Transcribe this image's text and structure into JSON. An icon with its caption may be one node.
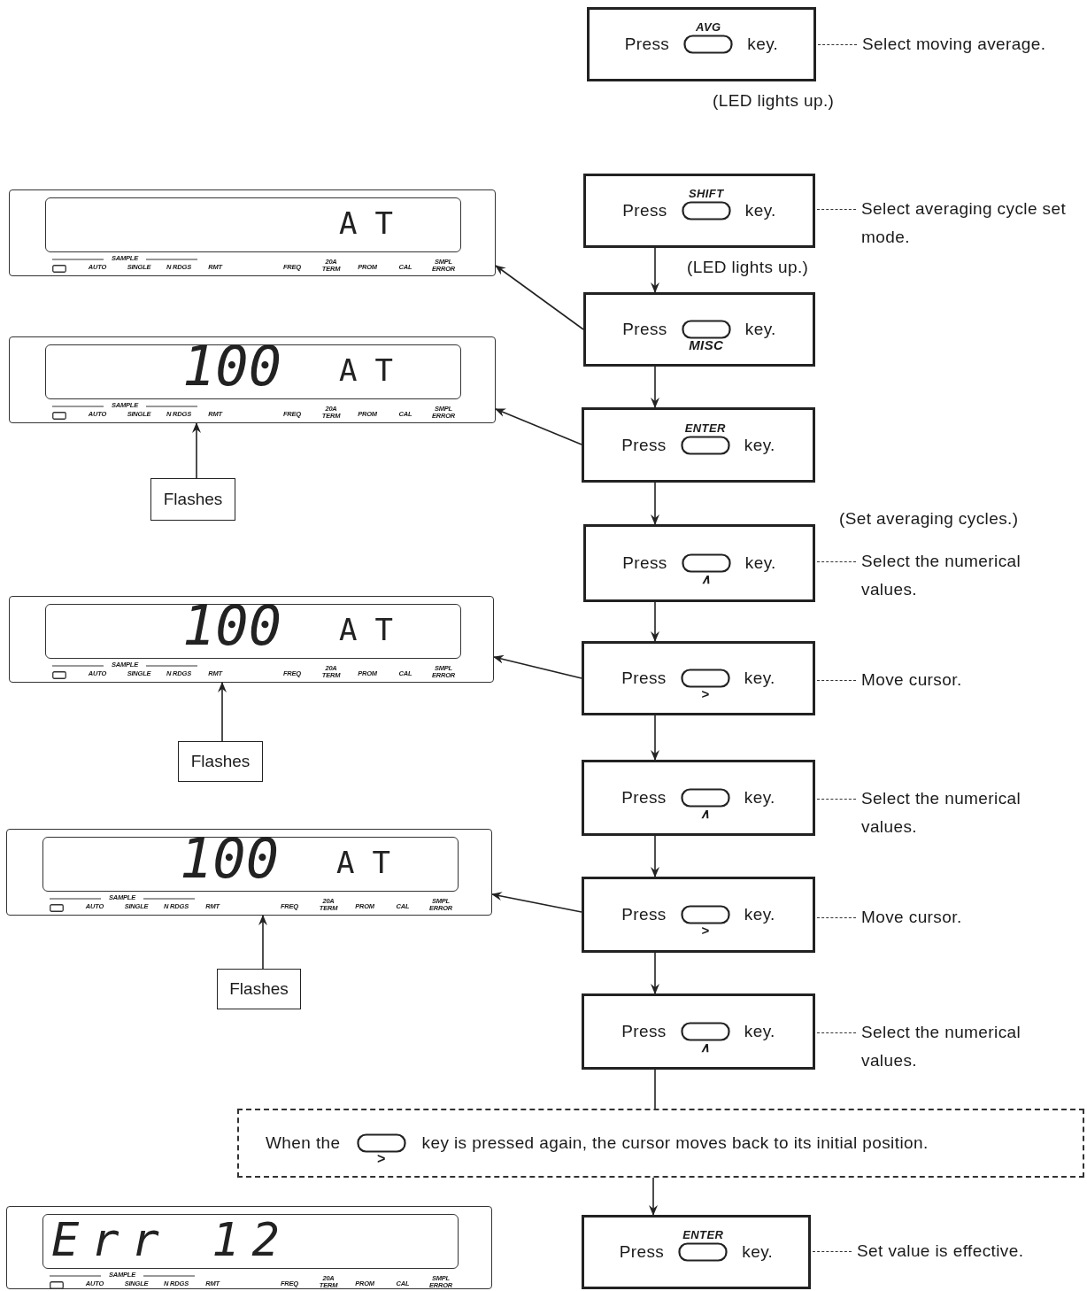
{
  "diagram": {
    "nodes": [
      {
        "text": [
          "Press",
          "AVG",
          "key."
        ],
        "beside": [
          "Select moving average.",
          "(LED lights up.)"
        ]
      },
      {
        "text": [
          "Press",
          "SHIFT",
          "key."
        ],
        "beside": [
          "Select averaging cycle set mode.",
          "(LED lights up.)"
        ]
      },
      {
        "text": [
          "AT",
          "SAMPLE",
          "AUTO",
          "SINGLE",
          "N RDGS",
          "RMT",
          "FREQ",
          "20A TERM",
          "PROM",
          "CAL",
          "SMPL ERROR"
        ]
      },
      {
        "text": [
          "Press",
          "MISC",
          "key."
        ]
      },
      {
        "text": [
          "100",
          "AT",
          "SAMPLE",
          "AUTO",
          "SINGLE",
          "N RDGS",
          "RMT",
          "FREQ",
          "20A TERM",
          "PROM",
          "CAL",
          "SMPL ERROR"
        ]
      },
      {
        "text": [
          "Press",
          "ENTER",
          "key."
        ]
      },
      {
        "text": [
          "Flashes"
        ]
      },
      {
        "text": [
          "Press",
          "∧",
          "key."
        ],
        "beside": [
          "(Set averaging cycles.)",
          "Select the numerical values."
        ]
      },
      {
        "text": [
          "100",
          "AT",
          "SAMPLE",
          "AUTO",
          "SINGLE",
          "N RDGS",
          "RMT",
          "FREQ",
          "20A TERM",
          "PROM",
          "CAL",
          "SMPL ERROR"
        ]
      },
      {
        "text": [
          "Press",
          ">",
          "key."
        ],
        "beside": [
          "Move cursor."
        ]
      },
      {
        "text": [
          "Flashes"
        ]
      },
      {
        "text": [
          "Press",
          "∧",
          "key."
        ],
        "beside": [
          "Select the numerical values."
        ]
      },
      {
        "text": [
          "100",
          "AT",
          "SAMPLE",
          "AUTO",
          "SINGLE",
          "N RDGS",
          "RMT",
          "FREQ",
          "20A TERM",
          "PROM",
          "CAL",
          "SMPL ERROR"
        ]
      },
      {
        "text": [
          "Press",
          ">",
          "key."
        ],
        "beside": [
          "Move cursor."
        ]
      },
      {
        "text": [
          "Flashes"
        ]
      },
      {
        "text": [
          "Press",
          "∧",
          "key."
        ],
        "beside": [
          "Select the numerical values."
        ]
      },
      {
        "text": [
          "When the",
          ">",
          "key is pressed again, the cursor moves back to its initial position."
        ]
      },
      {
        "text": [
          "Err 12",
          "SAMPLE",
          "AUTO",
          "SINGLE",
          "N RDGS",
          "RMT",
          "FREQ",
          "20A TERM",
          "PROM",
          "CAL",
          "SMPL ERROR"
        ]
      },
      {
        "text": [
          "Press",
          "ENTER",
          "key."
        ],
        "beside": [
          "Set value is effective."
        ]
      }
    ],
    "edges": [
      {
        "from": 1,
        "to": 3,
        "arrow": "to"
      },
      {
        "from": 3,
        "to": 5,
        "arrow": "to"
      },
      {
        "from": 5,
        "to": 7,
        "arrow": "to"
      },
      {
        "from": 7,
        "to": 9,
        "arrow": "to"
      },
      {
        "from": 9,
        "to": 11,
        "arrow": "to"
      },
      {
        "from": 11,
        "to": 13,
        "arrow": "to"
      },
      {
        "from": 13,
        "to": 15,
        "arrow": "to"
      },
      {
        "from": 15,
        "to": 16,
        "arrow": "none"
      },
      {
        "from": 16,
        "to": 18,
        "arrow": "to"
      },
      {
        "from": 3,
        "to": 2,
        "arrow": "to"
      },
      {
        "from": 5,
        "to": 4,
        "arrow": "to"
      },
      {
        "from": 9,
        "to": 8,
        "arrow": "to"
      },
      {
        "from": 13,
        "to": 12,
        "arrow": "to"
      },
      {
        "from": 6,
        "to": 4,
        "arrow": "to"
      },
      {
        "from": 10,
        "to": 8,
        "arrow": "to"
      },
      {
        "from": 14,
        "to": 12,
        "arrow": "to"
      }
    ]
  }
}
